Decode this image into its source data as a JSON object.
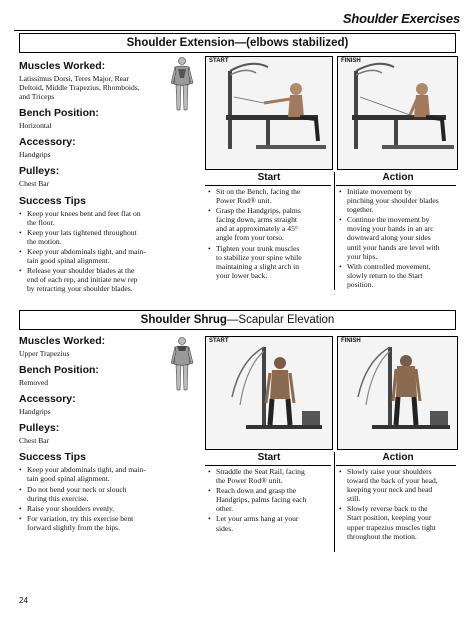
{
  "header": {
    "title": "Shoulder Exercises"
  },
  "page_number": "24",
  "exercises": [
    {
      "title_main": "Shoulder Extension",
      "title_sep": "—",
      "title_sub": "(elbows stabilized)",
      "muscles_heading": "Muscles Worked:",
      "muscles_lines": [
        "Latissimus Dorsi, Teres Major, Rear",
        "Deltoid, Middle Trapezius, Rhomboids,",
        "and Triceps"
      ],
      "bench_heading": "Bench Position:",
      "bench_value": "Horizontal",
      "accessory_heading": "Accessory:",
      "accessory_value": "Handgrips",
      "pulleys_heading": "Pulleys:",
      "pulleys_value": "Chest Bar",
      "tips_heading": "Success Tips",
      "tips": [
        [
          "Keep your knees bent and feet flat on",
          "the floor."
        ],
        [
          "Keep your lats tightened throughout",
          "the motion."
        ],
        [
          "Keep your abdominals tight, and main-",
          "tain good spinal alignment."
        ],
        [
          "Release your shoulder blades at the",
          "end of each rep, and initiate new rep",
          "by retracting your shoulder blades."
        ]
      ],
      "start_label": "START",
      "finish_label": "FINISH",
      "start_heading": "Start",
      "action_heading": "Action",
      "start_steps": [
        [
          "Sit on the Bench, facing the",
          "Power Rod® unit."
        ],
        [
          "Grasp the Handgrips, palms",
          "facing down, arms straight",
          "and at approximately a 45°",
          "angle from your torso."
        ],
        [
          "Tighten your trunk muscles",
          "to stabilize your spine while",
          "maintaining a slight arch in",
          "your lower back."
        ]
      ],
      "action_steps": [
        [
          "Initiate movement by",
          "pinching your shoulder blades",
          "together."
        ],
        [
          "Continue the movement by",
          "moving your hands in an arc",
          "downward along your sides",
          "until your hands are level with",
          "your hips."
        ],
        [
          "With controlled movement,",
          "slowly return to the Start",
          "position."
        ]
      ]
    },
    {
      "title_main": "Shoulder Shrug",
      "title_sep": "—",
      "title_sub": "Scapular Elevation",
      "muscles_heading": "Muscles Worked:",
      "muscles_lines": [
        "Upper Trapezius"
      ],
      "bench_heading": "Bench Position:",
      "bench_value": "Removed",
      "accessory_heading": "Accessory:",
      "accessory_value": "Handgrips",
      "pulleys_heading": "Pulleys:",
      "pulleys_value": "Chest Bar",
      "tips_heading": "Success Tips",
      "tips": [
        [
          "Keep your abdominals tight, and main-",
          "tain good spinal alignment."
        ],
        [
          "Do not bend your neck or slouch",
          "during this exercise."
        ],
        [
          "Raise your shoulders evenly."
        ],
        [
          "For variation, try this exercise bent",
          "forward slightly from the hips."
        ]
      ],
      "start_label": "START",
      "finish_label": "FINISH",
      "start_heading": "Start",
      "action_heading": "Action",
      "start_steps": [
        [
          "Straddle the Seat Rail, facing",
          "the Power Rod® unit."
        ],
        [
          "Reach down and grasp the",
          "Handgrips, palms facing each",
          "other."
        ],
        [
          "Let your arms hang at your",
          "sides."
        ]
      ],
      "action_steps": [
        [
          "Slowly raise your shoulders",
          "toward the back of your head,",
          "keeping your neck and head",
          "still."
        ],
        [
          "Slowly reverse back to the",
          "Start position, keeping your",
          "upper trapezius muscles tight",
          "throughout the motion."
        ]
      ]
    }
  ]
}
